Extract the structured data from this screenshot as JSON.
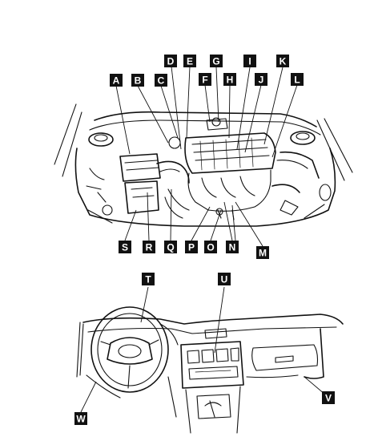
{
  "diagram": {
    "engine_labels": [
      "A",
      "B",
      "C",
      "D",
      "E",
      "F",
      "G",
      "H",
      "I",
      "J",
      "K",
      "L",
      "M",
      "N",
      "O",
      "P",
      "Q",
      "R",
      "S"
    ],
    "cabin_labels": [
      "T",
      "U",
      "V",
      "W"
    ]
  },
  "colors": {
    "ink": "#111111",
    "paper": "#ffffff",
    "label_text": "#ffffff"
  }
}
